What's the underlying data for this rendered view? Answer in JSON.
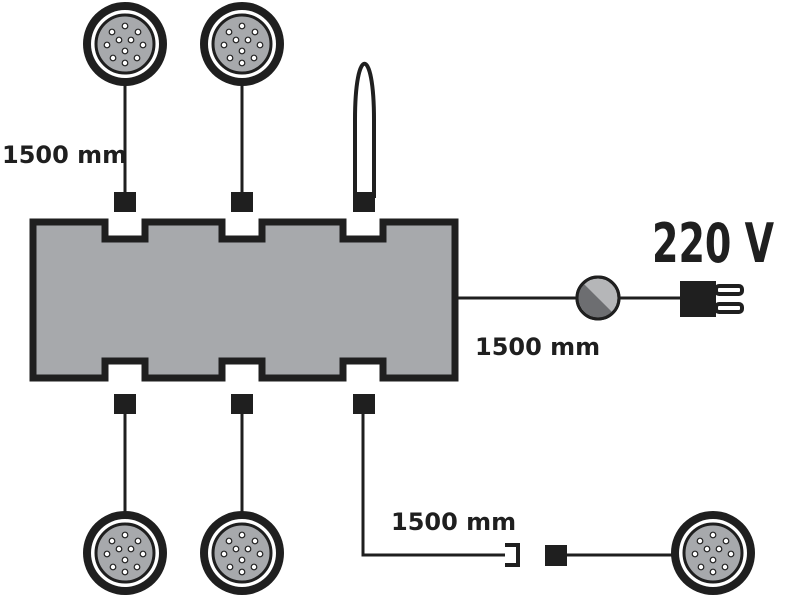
{
  "labels": {
    "cable_left": "1500 mm",
    "cable_power": "1500 mm",
    "cable_extension": "1500 mm",
    "voltage": "220 V"
  },
  "colors": {
    "box_fill": "#a7a9ac",
    "outline": "#1f1f1f",
    "light_fill": "#a7a9ac",
    "switch_dark": "#6d6e71",
    "switch_light": "#b5b6b8"
  },
  "icons": {
    "spot_light": "round-led-spotlight-icon",
    "switch": "inline-switch-icon",
    "plug": "power-plug-icon",
    "sensor": "loop-sensor-icon"
  }
}
